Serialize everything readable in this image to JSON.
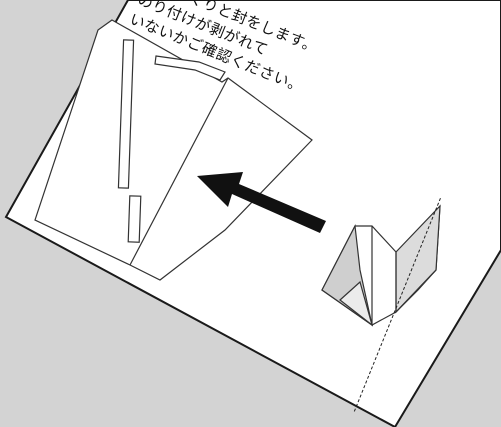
{
  "instructions": {
    "lines": [
      "、とめぐりと封をします。",
      "のり付けが剥がれて",
      "いないかご確認ください。"
    ]
  },
  "colors": {
    "background": "#d3d3d3",
    "card": "#ffffff",
    "stroke": "#222222",
    "arrow": "#111111",
    "envelope_shadow": "#cfcfcf"
  }
}
